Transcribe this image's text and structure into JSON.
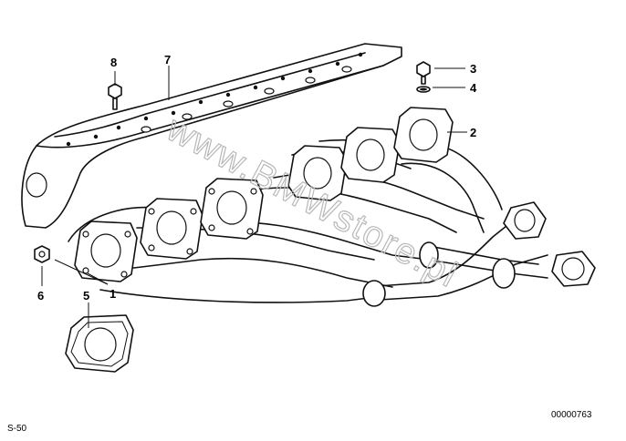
{
  "diagram": {
    "callouts": [
      {
        "id": "1",
        "text": "1"
      },
      {
        "id": "2",
        "text": "2"
      },
      {
        "id": "3",
        "text": "3"
      },
      {
        "id": "4",
        "text": "4"
      },
      {
        "id": "5",
        "text": "5"
      },
      {
        "id": "6",
        "text": "6"
      },
      {
        "id": "7",
        "text": "7"
      },
      {
        "id": "8",
        "text": "8"
      }
    ],
    "watermark": "www.BMWstore.pl",
    "catalog_number": "00000763",
    "sheet_code": "S-50"
  }
}
